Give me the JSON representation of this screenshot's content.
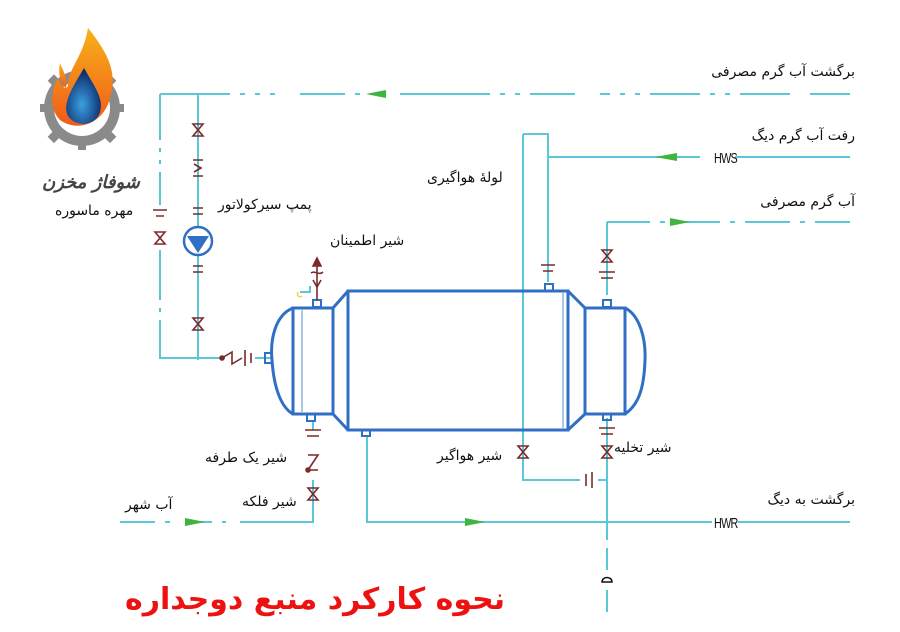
{
  "brand": {
    "name": "شوفاژ مخزن",
    "logo_icon": "flame-drop-gear-logo"
  },
  "title": "نحوه کارکرد منبع دوجداره",
  "colors": {
    "pipe": "#5bc8d8",
    "tank": "#2f6fc4",
    "valve": "#7a2a2a",
    "flow_arrow": "#3fb53f",
    "title": "#ee1111",
    "text": "#111111"
  },
  "lines": {
    "consumer_hot_water_return": "برگشت آب گرم مصرفی",
    "boiler_hot_water_supply": "رفت آب گرم دیگ",
    "consumer_hot_water": "آب گرم مصرفی",
    "return_to_boiler": "برگشت به دیگ",
    "city_water": "آب شهر"
  },
  "codes": {
    "supply": "HWS",
    "return": "HWR",
    "drain": "D"
  },
  "components": {
    "union": "مهره ماسوره",
    "circulator_pump": "پمپ سیرکولاتور",
    "safety_valve": "شیر اطمینان",
    "vent_pipe": "لولهٔ هواگیری",
    "check_valve": "شیر یک طرفه",
    "gate_valve": "شیر فلکه",
    "air_vent_valve": "شیر هواگیر",
    "drain_valve": "شیر تخلیه"
  }
}
